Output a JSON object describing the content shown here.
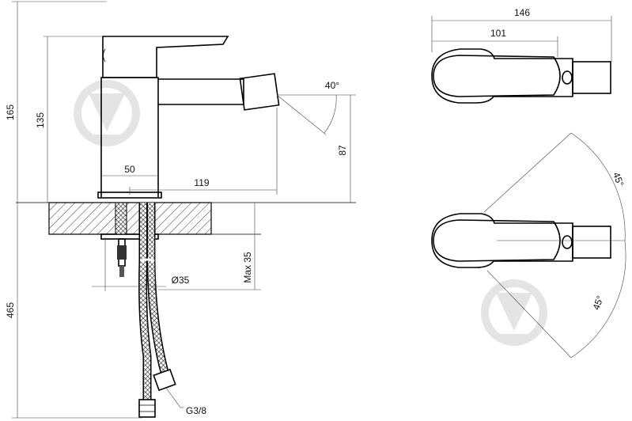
{
  "dimensions": {
    "total_height_label": "165",
    "spout_height_label": "135",
    "under_counter_label": "465",
    "base_diameter_label": "50",
    "reach_label": "119",
    "nozzle_angle_label": "40°",
    "nozzle_height_label": "87",
    "counter_thickness_label": "Max 35",
    "hole_diameter_label": "Ø35",
    "thread_label": "G3/8",
    "top_total_width_label": "146",
    "top_body_width_label": "101",
    "rotation_angle_top_label": "45°",
    "rotation_angle_bottom_label": "45°"
  },
  "watermark": {
    "icon": "download-arrow-icon"
  }
}
